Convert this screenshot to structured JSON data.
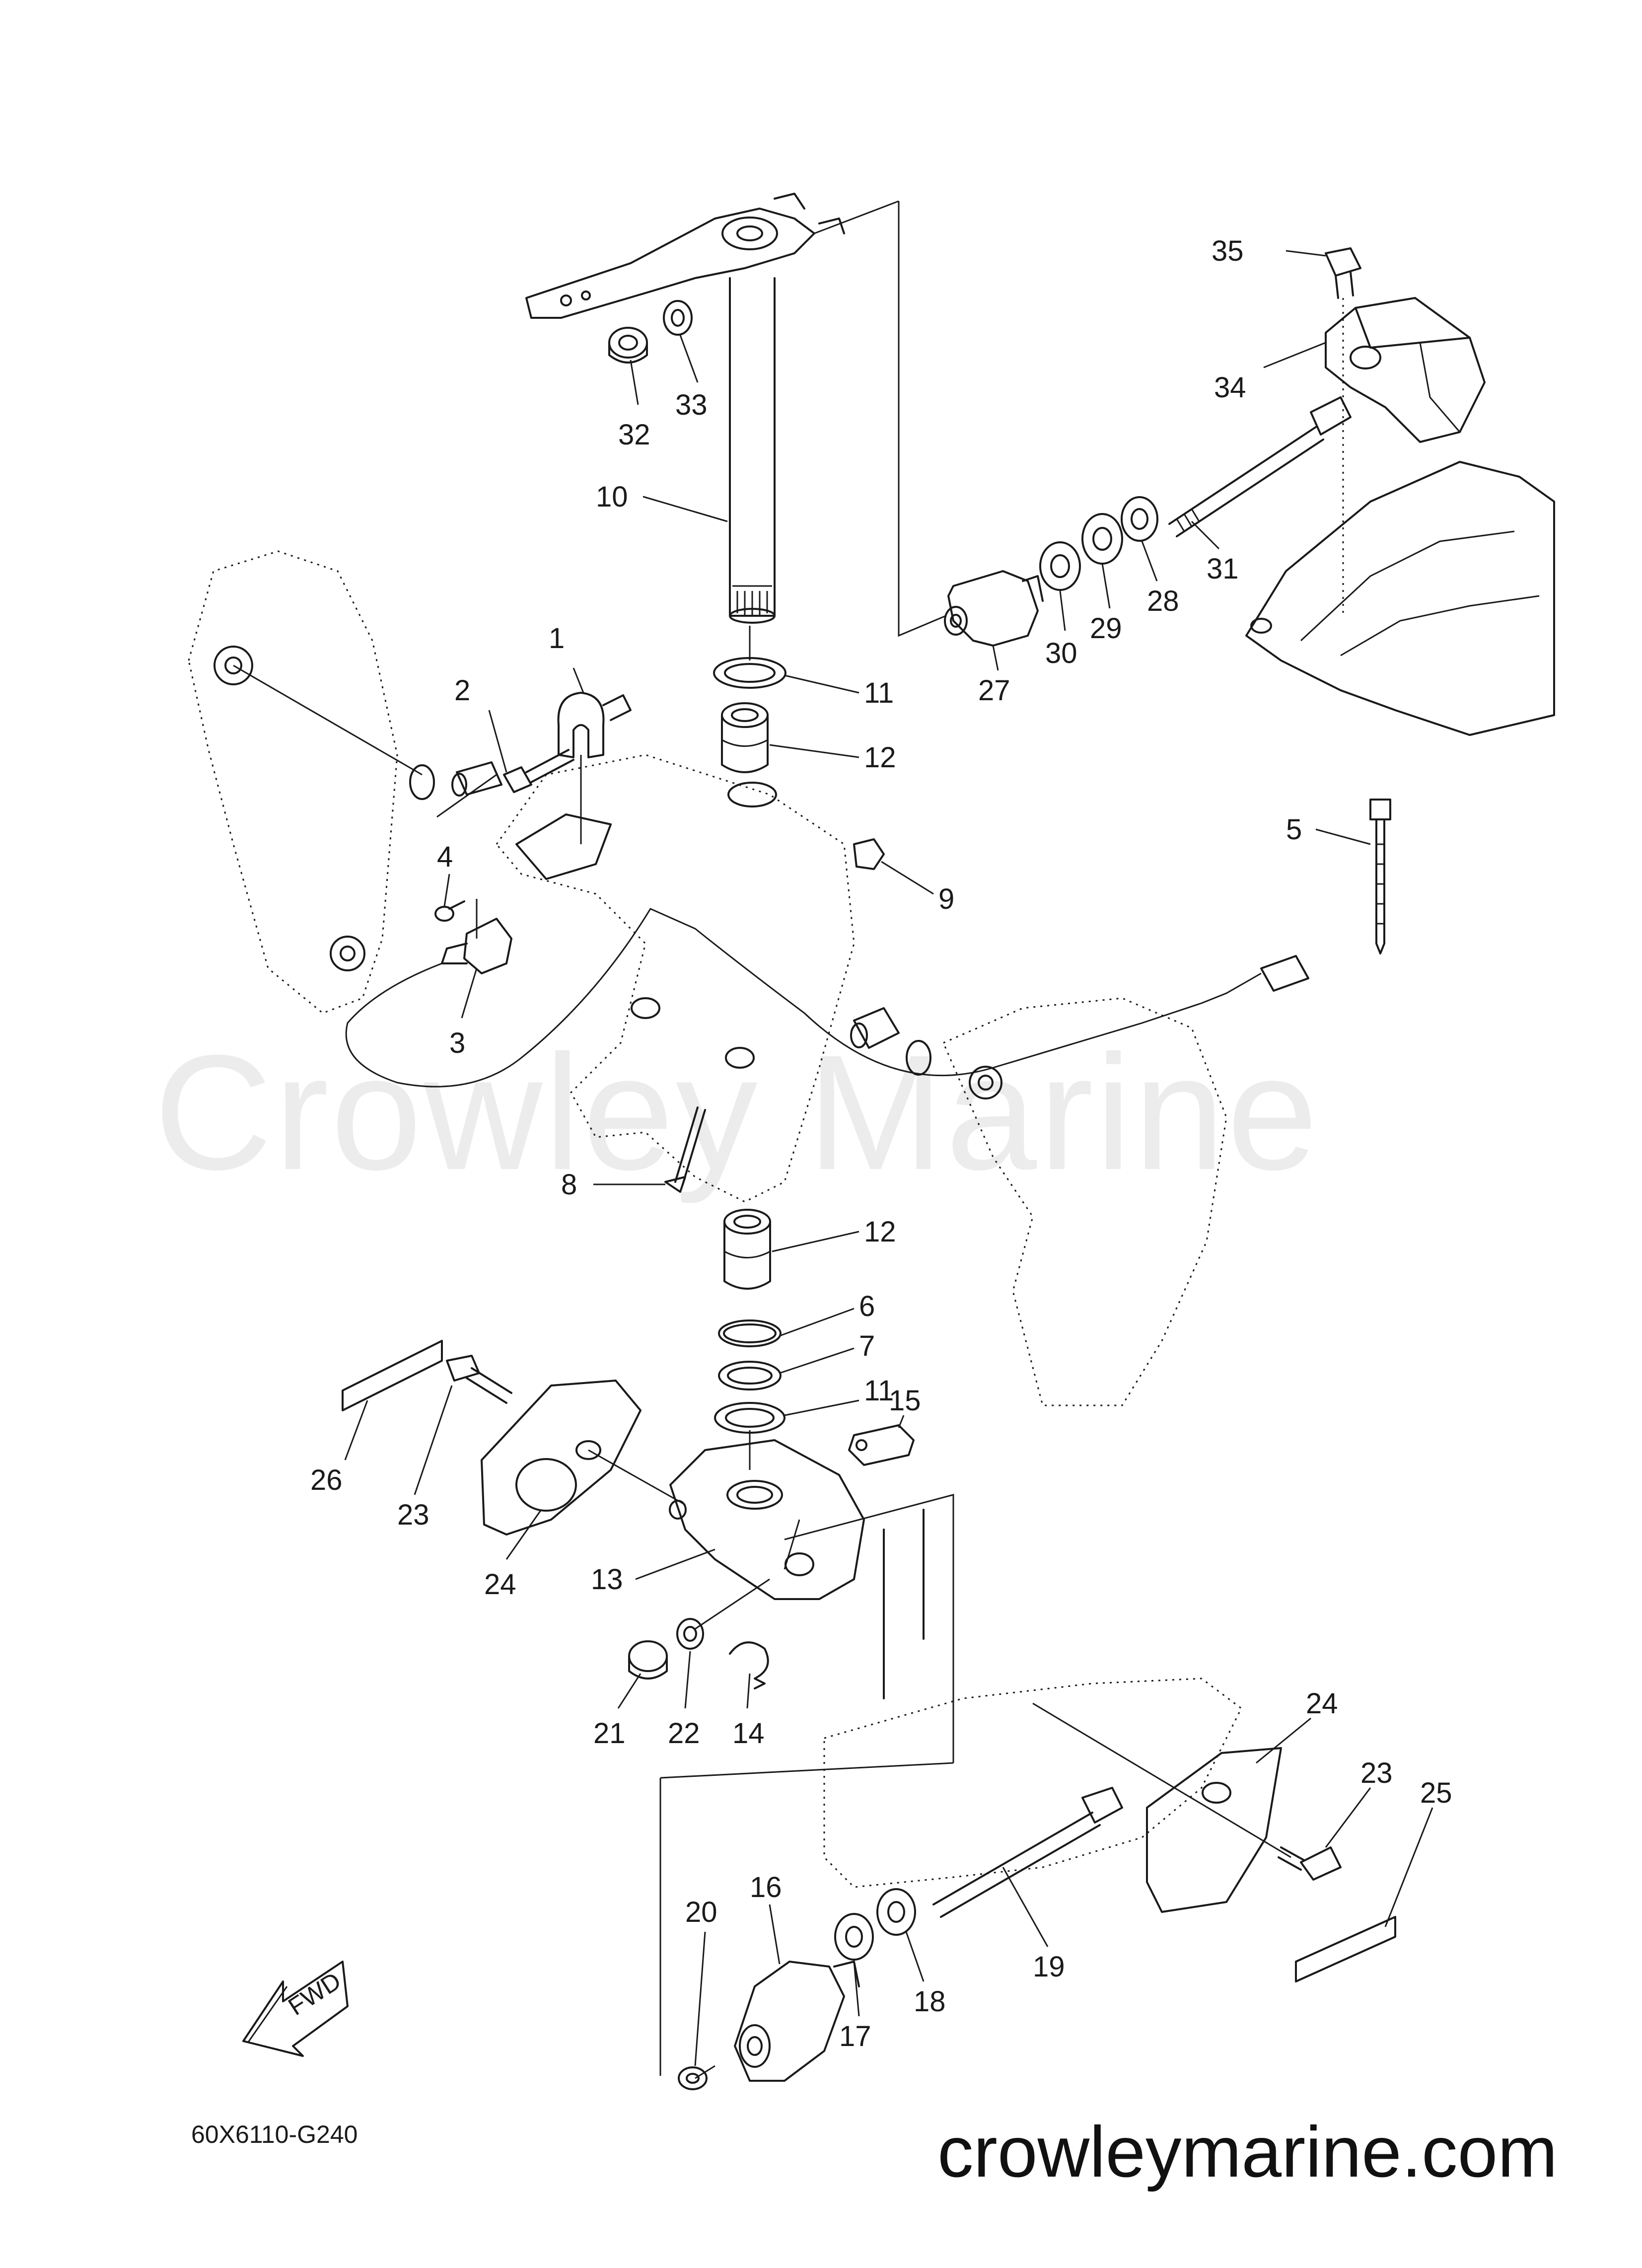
{
  "watermark": "Crowley Marine",
  "site_url": "crowleymarine.com",
  "diagram_code": "60X6110-G240",
  "fwd_label": "FWD",
  "callouts": [
    "1",
    "2",
    "3",
    "4",
    "5",
    "6",
    "7",
    "8",
    "9",
    "10",
    "11",
    "11",
    "12",
    "12",
    "13",
    "14",
    "15",
    "16",
    "17",
    "18",
    "19",
    "20",
    "21",
    "22",
    "23",
    "23",
    "24",
    "24",
    "25",
    "26",
    "27",
    "28",
    "29",
    "30",
    "31",
    "32",
    "33",
    "34",
    "35"
  ]
}
